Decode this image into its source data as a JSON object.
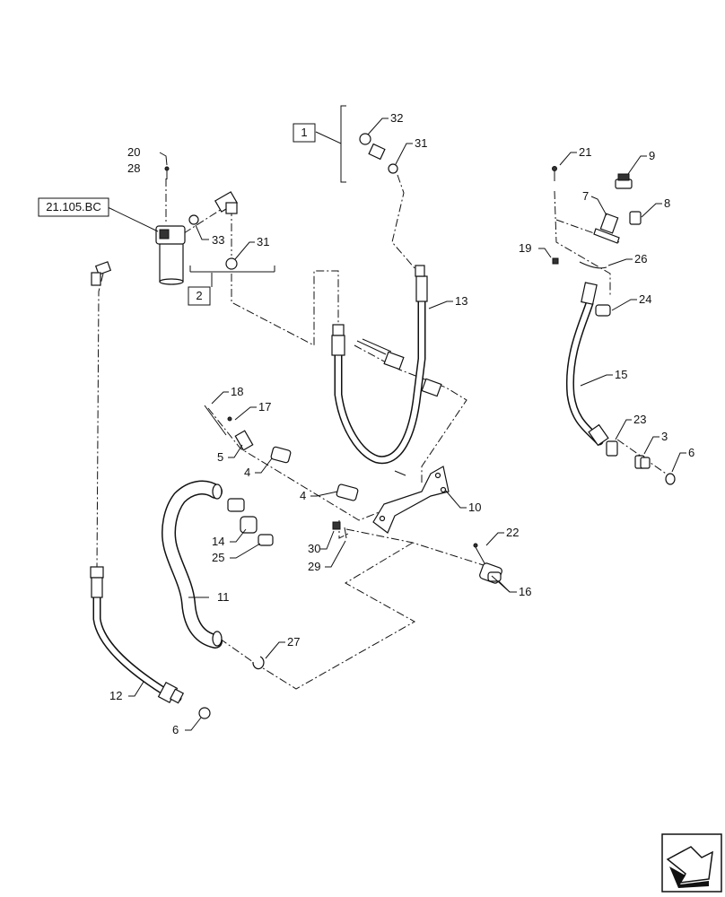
{
  "reference_label": "21.105.BC",
  "group_labels": [
    "1",
    "2"
  ],
  "callouts": {
    "c32": "32",
    "c31a": "31",
    "c20": "20",
    "c28": "28",
    "c33": "33",
    "c31b": "31",
    "c13": "13",
    "c21a": "21",
    "c9": "9",
    "c7": "7",
    "c8": "8",
    "c19": "19",
    "c26": "26",
    "c24": "24",
    "c15": "15",
    "c23": "23",
    "c3": "3",
    "c6a": "6",
    "c18": "18",
    "c17": "17",
    "c5": "5",
    "c4a": "4",
    "c4b": "4",
    "c10": "10",
    "c14": "14",
    "c25": "25",
    "c30": "30",
    "c29": "29",
    "c22": "22",
    "c16": "16",
    "c11": "11",
    "c27": "27",
    "c12": "12",
    "c6b": "6"
  },
  "icons": {
    "nav": "next-page-arrow-icon"
  }
}
